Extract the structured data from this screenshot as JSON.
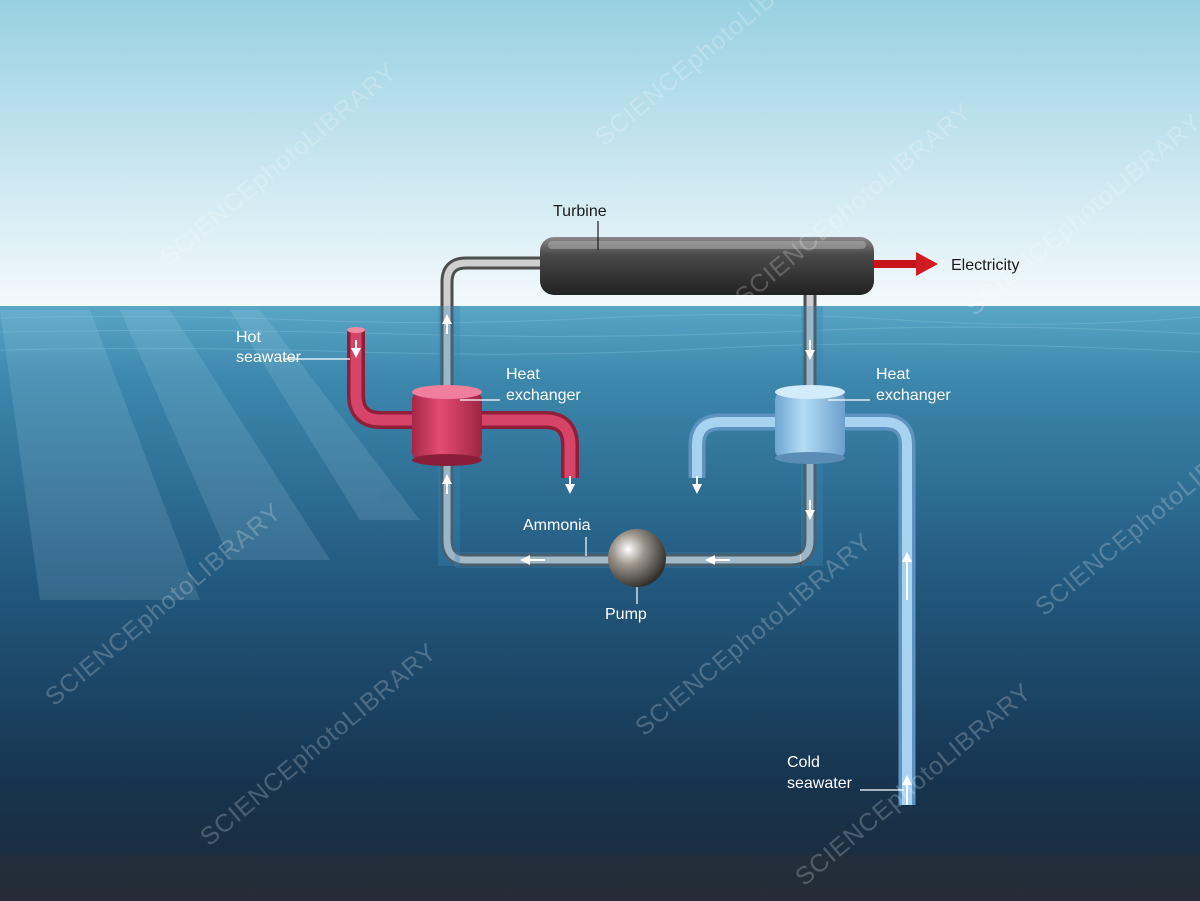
{
  "labels": {
    "turbine": "Turbine",
    "electricity": "Electricity",
    "hot_seawater_line1": "Hot",
    "hot_seawater_line2": "seawater",
    "heat_exchanger_hot_line1": "Heat",
    "heat_exchanger_hot_line2": "exchanger",
    "heat_exchanger_cold_line1": "Heat",
    "heat_exchanger_cold_line2": "exchanger",
    "ammonia": "Ammonia",
    "pump": "Pump",
    "cold_seawater_line1": "Cold",
    "cold_seawater_line2": "seawater"
  },
  "watermark": {
    "brand_text": "SCIENCEphotoLIBRARY"
  },
  "colors": {
    "sky_top": "#9fd3e3",
    "sky_bottom": "#f3f9fb",
    "sea_surface": "#4f9bbd",
    "sea_deep": "#0f2c46",
    "hot_pipe": "#c9365a",
    "cold_pipe": "#8ec3e6",
    "ammonia_pipe": "#9a9a9a",
    "turbine": "#3f3f3f",
    "electricity_arrow": "#d11a22"
  },
  "icons": [
    "turbine-icon",
    "pump-icon",
    "heat-exchanger-icon",
    "electricity-arrow-icon",
    "flow-arrow-icon"
  ]
}
